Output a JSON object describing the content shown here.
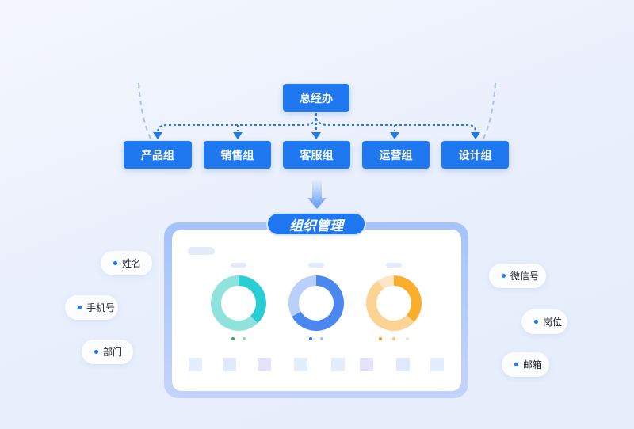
{
  "org": {
    "root": "总经办",
    "groups": [
      "产品组",
      "销售组",
      "客服组",
      "运营组",
      "设计组"
    ]
  },
  "panel": {
    "title": "组织管理",
    "donuts": [
      {
        "segments": [
          {
            "value": 38,
            "color": "#27cfd4"
          },
          {
            "value": 62,
            "color": "#8fe3dc"
          }
        ],
        "legend_colors": [
          "#2fae5a",
          "#8fd9a8"
        ]
      },
      {
        "segments": [
          {
            "value": 67,
            "color": "#4a87ee"
          },
          {
            "value": 33,
            "color": "#b9d0fb"
          }
        ],
        "legend_colors": [
          "#2f6fe8",
          "#a9c2f6"
        ]
      },
      {
        "segments": [
          {
            "value": 37,
            "color": "#fbad2c"
          },
          {
            "value": 53,
            "color": "#fdd393"
          },
          {
            "value": 10,
            "color": "#fde6c6"
          }
        ],
        "legend_colors": [
          "#f39c12",
          "#f7c97a",
          "#fbe2c0"
        ]
      }
    ]
  },
  "fields_left": [
    "姓名",
    "手机号",
    "部门"
  ],
  "fields_right": [
    "微信号",
    "岗位",
    "邮箱"
  ],
  "colors": {
    "primary": "#1f78f0"
  }
}
